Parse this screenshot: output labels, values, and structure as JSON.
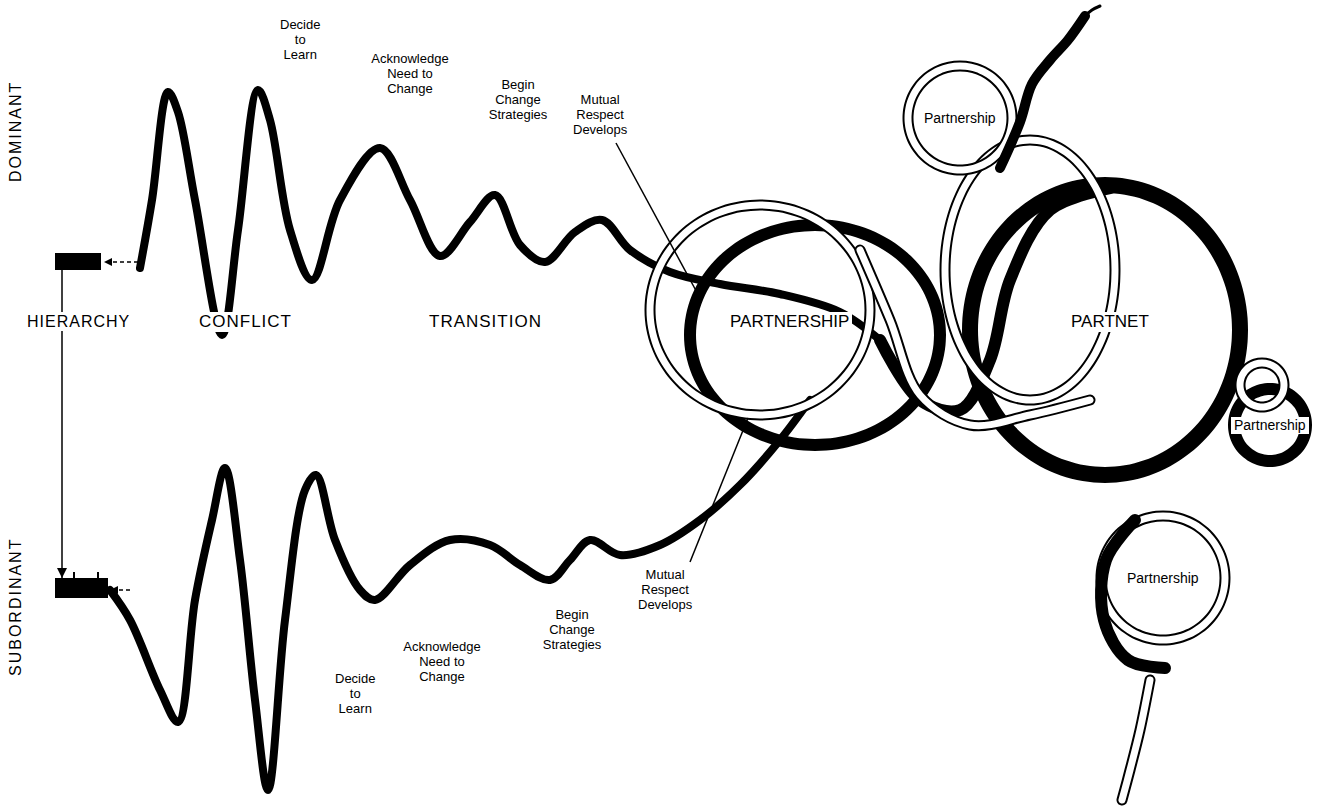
{
  "diagram": {
    "nodes": [
      {
        "text": [
          "DOMINANT"
        ]
      },
      {
        "text": [
          "SUBORDINANT"
        ]
      },
      {
        "text": [
          "PARTNERSHIP"
        ]
      },
      {
        "text": [
          "Partnership"
        ]
      },
      {
        "text": [
          "PARTNET"
        ]
      },
      {
        "text": [
          "Partnership"
        ]
      },
      {
        "text": [
          "Partnership"
        ]
      }
    ],
    "edges": [
      {
        "from": 0,
        "to": 1,
        "arrow": "to",
        "label": "HIERARCHY"
      }
    ],
    "labels": [
      "Decide to Learn",
      "Acknowledge Need to Change",
      "Begin Change Strategies",
      "Mutual Respect Develops",
      "CONFLICT",
      "TRANSITION",
      "Decide to Learn",
      "Acknowledge Need to Change",
      "Begin Change Strategies",
      "Mutual Respect Develops"
    ]
  }
}
